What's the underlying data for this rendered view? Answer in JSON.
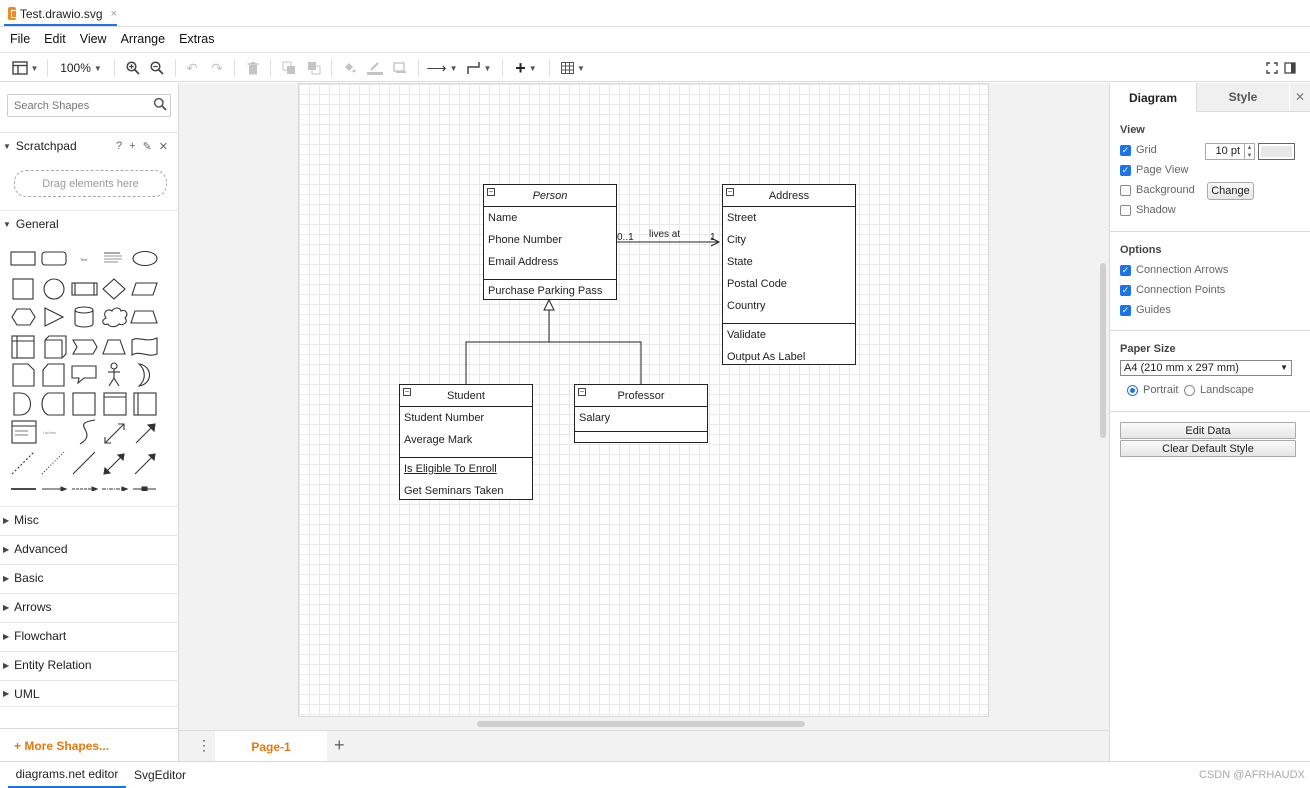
{
  "file_tab": {
    "name": "Test.drawio.svg",
    "close": "×"
  },
  "menu": [
    "File",
    "Edit",
    "View",
    "Arrange",
    "Extras"
  ],
  "toolbar": {
    "zoom": "100%"
  },
  "left": {
    "search_placeholder": "Search Shapes",
    "scratchpad": "Scratchpad",
    "scratchpad_help": "?",
    "scratchpad_add": "+",
    "drop_hint": "Drag elements here",
    "general": "General",
    "categories": [
      "Misc",
      "Advanced",
      "Basic",
      "Arrows",
      "Flowchart",
      "Entity Relation",
      "UML"
    ],
    "more_shapes": "More Shapes..."
  },
  "diagram": {
    "person": {
      "title": "Person",
      "attrs": [
        "Name",
        "Phone Number",
        "Email Address"
      ],
      "ops": [
        "Purchase Parking Pass"
      ]
    },
    "address": {
      "title": "Address",
      "attrs": [
        "Street",
        "City",
        "State",
        "Postal Code",
        "Country"
      ],
      "ops": [
        "Validate",
        "Output As Label"
      ]
    },
    "student": {
      "title": "Student",
      "attrs": [
        "Student Number",
        "Average Mark"
      ],
      "ops": [
        "Is Eligible To Enroll",
        "Get Seminars Taken"
      ]
    },
    "professor": {
      "title": "Professor",
      "attrs": [
        "Salary"
      ]
    },
    "assoc": {
      "label": "lives at",
      "src_mult": "0..1",
      "dst_mult": "1"
    }
  },
  "pages": {
    "current": "Page-1",
    "add": "+"
  },
  "right": {
    "tabs": [
      "Diagram",
      "Style"
    ],
    "view_head": "View",
    "view": [
      {
        "label": "Grid",
        "checked": true
      },
      {
        "label": "Page View",
        "checked": true
      },
      {
        "label": "Background",
        "checked": false
      },
      {
        "label": "Shadow",
        "checked": false
      }
    ],
    "grid_size": "10 pt",
    "change_button": "Change",
    "options_head": "Options",
    "options": [
      {
        "label": "Connection Arrows",
        "checked": true
      },
      {
        "label": "Connection Points",
        "checked": true
      },
      {
        "label": "Guides",
        "checked": true
      }
    ],
    "paper_head": "Paper Size",
    "paper_size": "A4 (210 mm x 297 mm)",
    "orientation": {
      "portrait": "Portrait",
      "landscape": "Landscape",
      "selected": "portrait"
    },
    "edit_data": "Edit Data",
    "clear_style": "Clear Default Style"
  },
  "bottom": {
    "tabs": [
      "diagrams.net editor",
      "SvgEditor"
    ],
    "watermark": "CSDN @AFRHAUDX"
  },
  "colors": {
    "accent": "#1a73e8",
    "orange": "#e8770d",
    "grid": "#e9e9e9"
  }
}
